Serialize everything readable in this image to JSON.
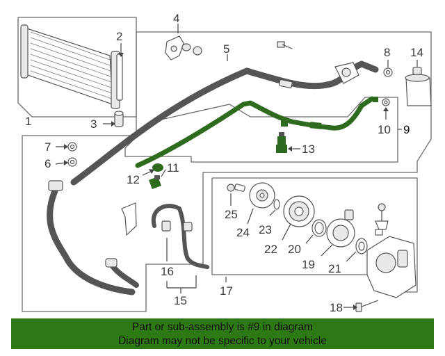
{
  "diagram": {
    "callouts": {
      "c1": "1",
      "c2": "2",
      "c3": "3",
      "c4": "4",
      "c5": "5",
      "c6": "6",
      "c7": "7",
      "c8": "8",
      "c9": "9",
      "c10": "10",
      "c11": "11",
      "c12": "12",
      "c13": "13",
      "c14": "14",
      "c15": "15",
      "c16": "16",
      "c17": "17",
      "c18": "18",
      "c19": "19",
      "c20": "20",
      "c21": "21",
      "c22": "22",
      "c23": "23",
      "c24": "24",
      "c25": "25"
    },
    "highlight_color": "#2e6b1f"
  },
  "banner": {
    "line1": "Part or sub-assembly is #9 in diagram",
    "line2": "Diagram may not be specific to your vehicle",
    "background": "#2d7a15"
  }
}
